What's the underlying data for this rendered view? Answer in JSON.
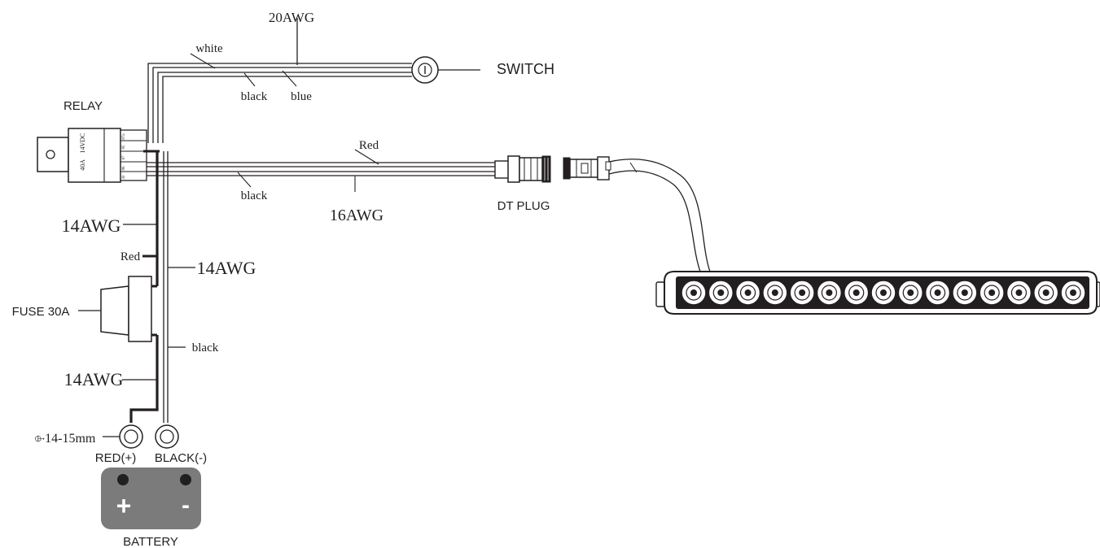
{
  "wires": {
    "gauge_top": "20AWG",
    "white": "white",
    "black_top": "black",
    "blue": "blue",
    "red_mid": "Red",
    "black_mid": "black",
    "gauge_mid": "16AWG",
    "gauge_relay_fuse": "14AWG",
    "red_short": "Red",
    "gauge_black_run": "14AWG",
    "black_lower": "black",
    "gauge_fuse_battery": "14AWG"
  },
  "components": {
    "switch": "SWITCH",
    "relay": "RELAY",
    "relay_rating": "40A",
    "relay_voltage": "14VDC",
    "relay_pins": [
      "87a",
      "85",
      "87",
      "86",
      "30"
    ],
    "dt_plug": "DT PLUG",
    "fuse": "FUSE 30A",
    "ring_size": "⌱14-15mm",
    "red_terminal": "RED(+)",
    "black_terminal": "BLACK(-)",
    "battery": "BATTERY",
    "battery_plus": "+",
    "battery_minus": "-"
  },
  "light_bar": {
    "led_count": 15
  },
  "colors": {
    "line": "#231f20",
    "battery": "#7b7b7b"
  }
}
